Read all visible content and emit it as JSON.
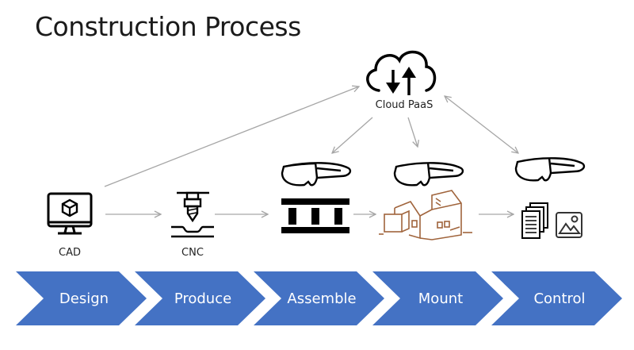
{
  "title": "Construction Process",
  "nodes": {
    "cloud": {
      "label": "Cloud PaaS",
      "icon": "cloud-sync-icon"
    },
    "cad": {
      "label": "CAD",
      "icon": "monitor-cube-icon"
    },
    "cnc": {
      "label": "CNC",
      "icon": "cnc-drill-icon"
    },
    "assemble_icon": "prefab-panel-icon",
    "mount_icon": "house-frame-icon",
    "control_icons": [
      "documents-icon",
      "image-icon"
    ],
    "headset_icon": "mixed-reality-headset-icon"
  },
  "stages": [
    {
      "label": "Design"
    },
    {
      "label": "Produce"
    },
    {
      "label": "Assemble"
    },
    {
      "label": "Mount"
    },
    {
      "label": "Control"
    }
  ],
  "colors": {
    "chevron": "#4472c4",
    "arrow": "#a6a6a6",
    "icon": "#000000",
    "house": "#a0643c"
  }
}
